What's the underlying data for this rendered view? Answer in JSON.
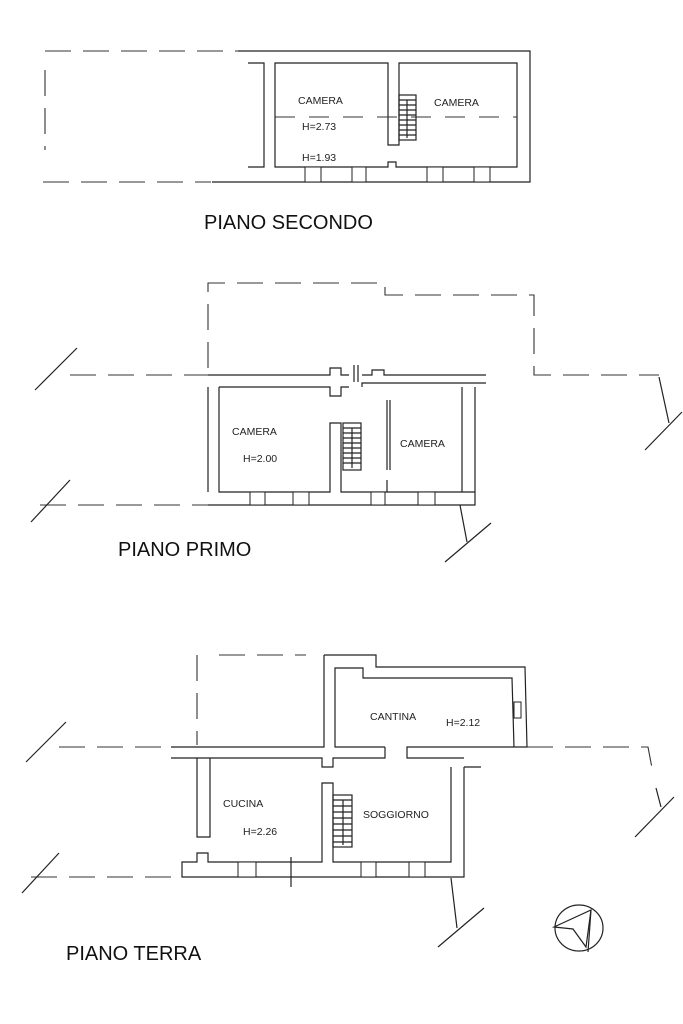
{
  "floors": {
    "secondo": {
      "title": "PIANO SECONDO",
      "rooms": [
        {
          "name": "CAMERA",
          "heights": [
            "H=2.73",
            "H=1.93"
          ]
        },
        {
          "name": "CAMERA"
        }
      ]
    },
    "primo": {
      "title": "PIANO PRIMO",
      "rooms": [
        {
          "name": "CAMERA",
          "height": "H=2.00"
        },
        {
          "name": "CAMERA"
        }
      ]
    },
    "terra": {
      "title": "PIANO TERRA",
      "rooms": [
        {
          "name": "CANTINA",
          "height": "H=2.12"
        },
        {
          "name": "CUCINA",
          "height": "H=2.26"
        },
        {
          "name": "SOGGIORNO"
        }
      ]
    }
  },
  "compass": "north-arrow-icon"
}
